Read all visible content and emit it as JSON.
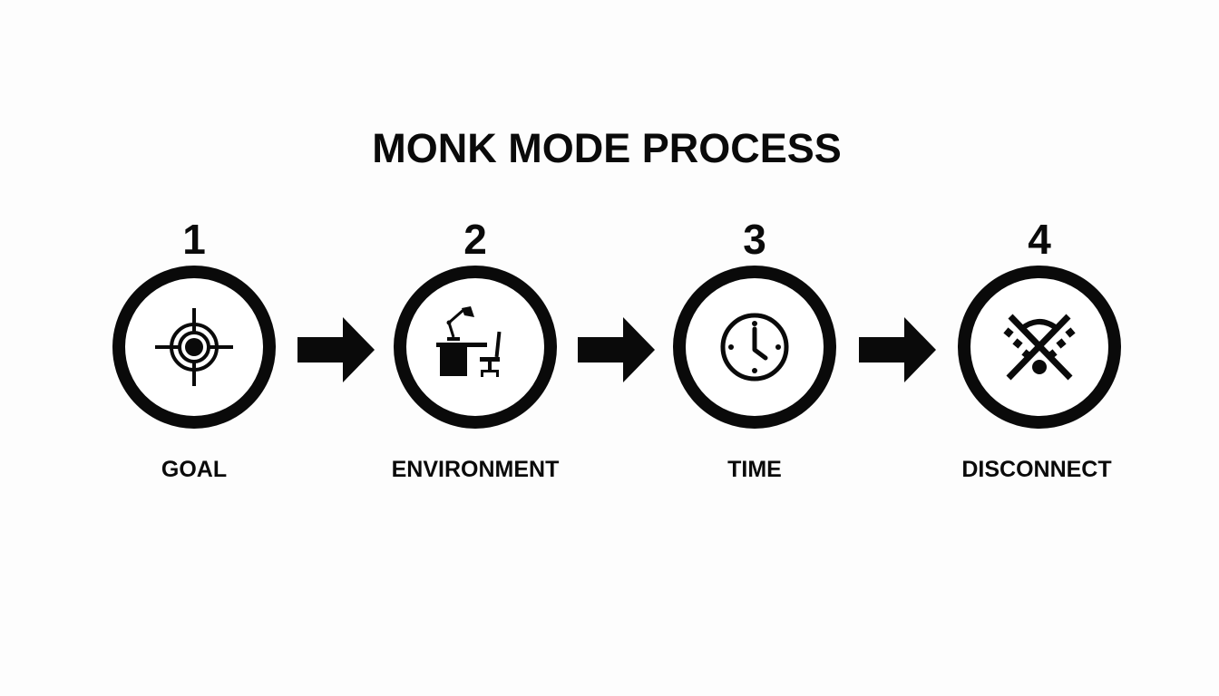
{
  "title": "MONK MODE PROCESS",
  "steps": [
    {
      "number": "1",
      "label": "GOAL",
      "icon": "target-icon"
    },
    {
      "number": "2",
      "label": "ENVIRONMENT",
      "icon": "desk-workspace-icon"
    },
    {
      "number": "3",
      "label": "TIME",
      "icon": "clock-icon"
    },
    {
      "number": "4",
      "label": "DISCONNECT",
      "icon": "wifi-off-icon"
    }
  ],
  "connectors": [
    "arrow-right-icon",
    "arrow-right-icon",
    "arrow-right-icon"
  ],
  "colors": {
    "foreground": "#0a0a0a",
    "background": "#fdfdfd"
  }
}
